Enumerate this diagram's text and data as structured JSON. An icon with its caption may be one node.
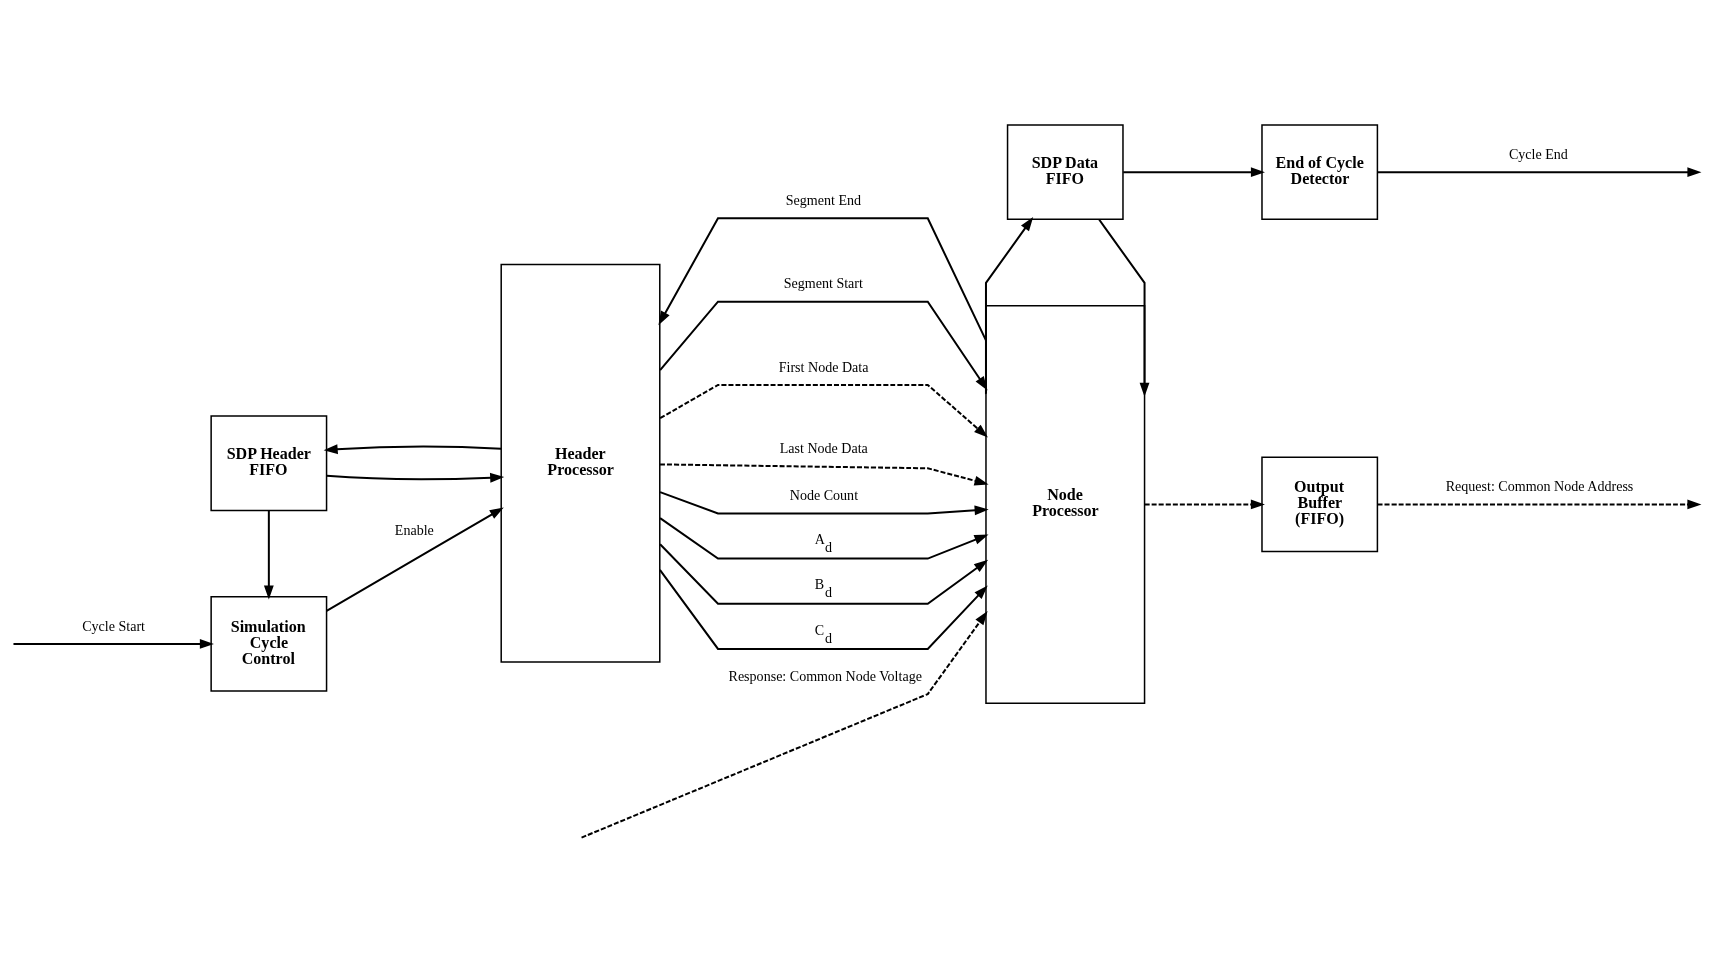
{
  "diagram": {
    "nodes": [
      {
        "text": [
          "SDP Header FIFO"
        ]
      },
      {
        "text": [
          "SDP Data FIFO"
        ]
      },
      {
        "text": [
          "End of Cycle Detector"
        ]
      },
      {
        "text": [
          "Simulation Cycle Control"
        ]
      },
      {
        "text": [
          "Header Processor"
        ]
      },
      {
        "text": [
          "Node Processor"
        ]
      },
      {
        "text": [
          "Output Buffer (FIFO)"
        ]
      }
    ],
    "edges": [
      {
        "from": null,
        "to": 3,
        "arrow": "to",
        "label": "Cycle Start"
      },
      {
        "from": 0,
        "to": 3,
        "arrow": "to"
      },
      {
        "from": 3,
        "to": 4,
        "arrow": "to",
        "label": "Enable"
      },
      {
        "from": 0,
        "to": 4,
        "arrow": "to"
      },
      {
        "from": 4,
        "to": 0,
        "arrow": "to"
      },
      {
        "from": 1,
        "to": 5,
        "arrow": "to"
      },
      {
        "from": 5,
        "to": 1,
        "arrow": "to"
      },
      {
        "from": 1,
        "to": 2,
        "arrow": "to"
      },
      {
        "from": 2,
        "to": null,
        "arrow": "to",
        "label": "Cycle End"
      },
      {
        "from": 5,
        "to": 4,
        "arrow": "to",
        "label": "Segment End"
      },
      {
        "from": 4,
        "to": 5,
        "arrow": "to",
        "label": "Segment Start"
      },
      {
        "from": 4,
        "to": 5,
        "arrow": "to",
        "label": "First Node Data",
        "style": "dashed"
      },
      {
        "from": 4,
        "to": 5,
        "arrow": "to",
        "label": "Last Node Data",
        "style": "dashed"
      },
      {
        "from": 4,
        "to": 5,
        "arrow": "to",
        "label": "Node Count"
      },
      {
        "from": 4,
        "to": 5,
        "arrow": "to",
        "label": "A$_{d}$"
      },
      {
        "from": 4,
        "to": 5,
        "arrow": "to",
        "label": "B$_{d}$"
      },
      {
        "from": 4,
        "to": 5,
        "arrow": "to",
        "label": "C$_{d}$"
      },
      {
        "from": null,
        "to": 5,
        "arrow": "to",
        "label": "Response: Common Node Voltage",
        "style": "dashed"
      },
      {
        "from": 5,
        "to": 6,
        "arrow": "to",
        "style": "dashed"
      },
      {
        "from": 6,
        "to": null,
        "arrow": "to",
        "label": "Request: Common Node Address",
        "style": "dashed"
      }
    ]
  }
}
